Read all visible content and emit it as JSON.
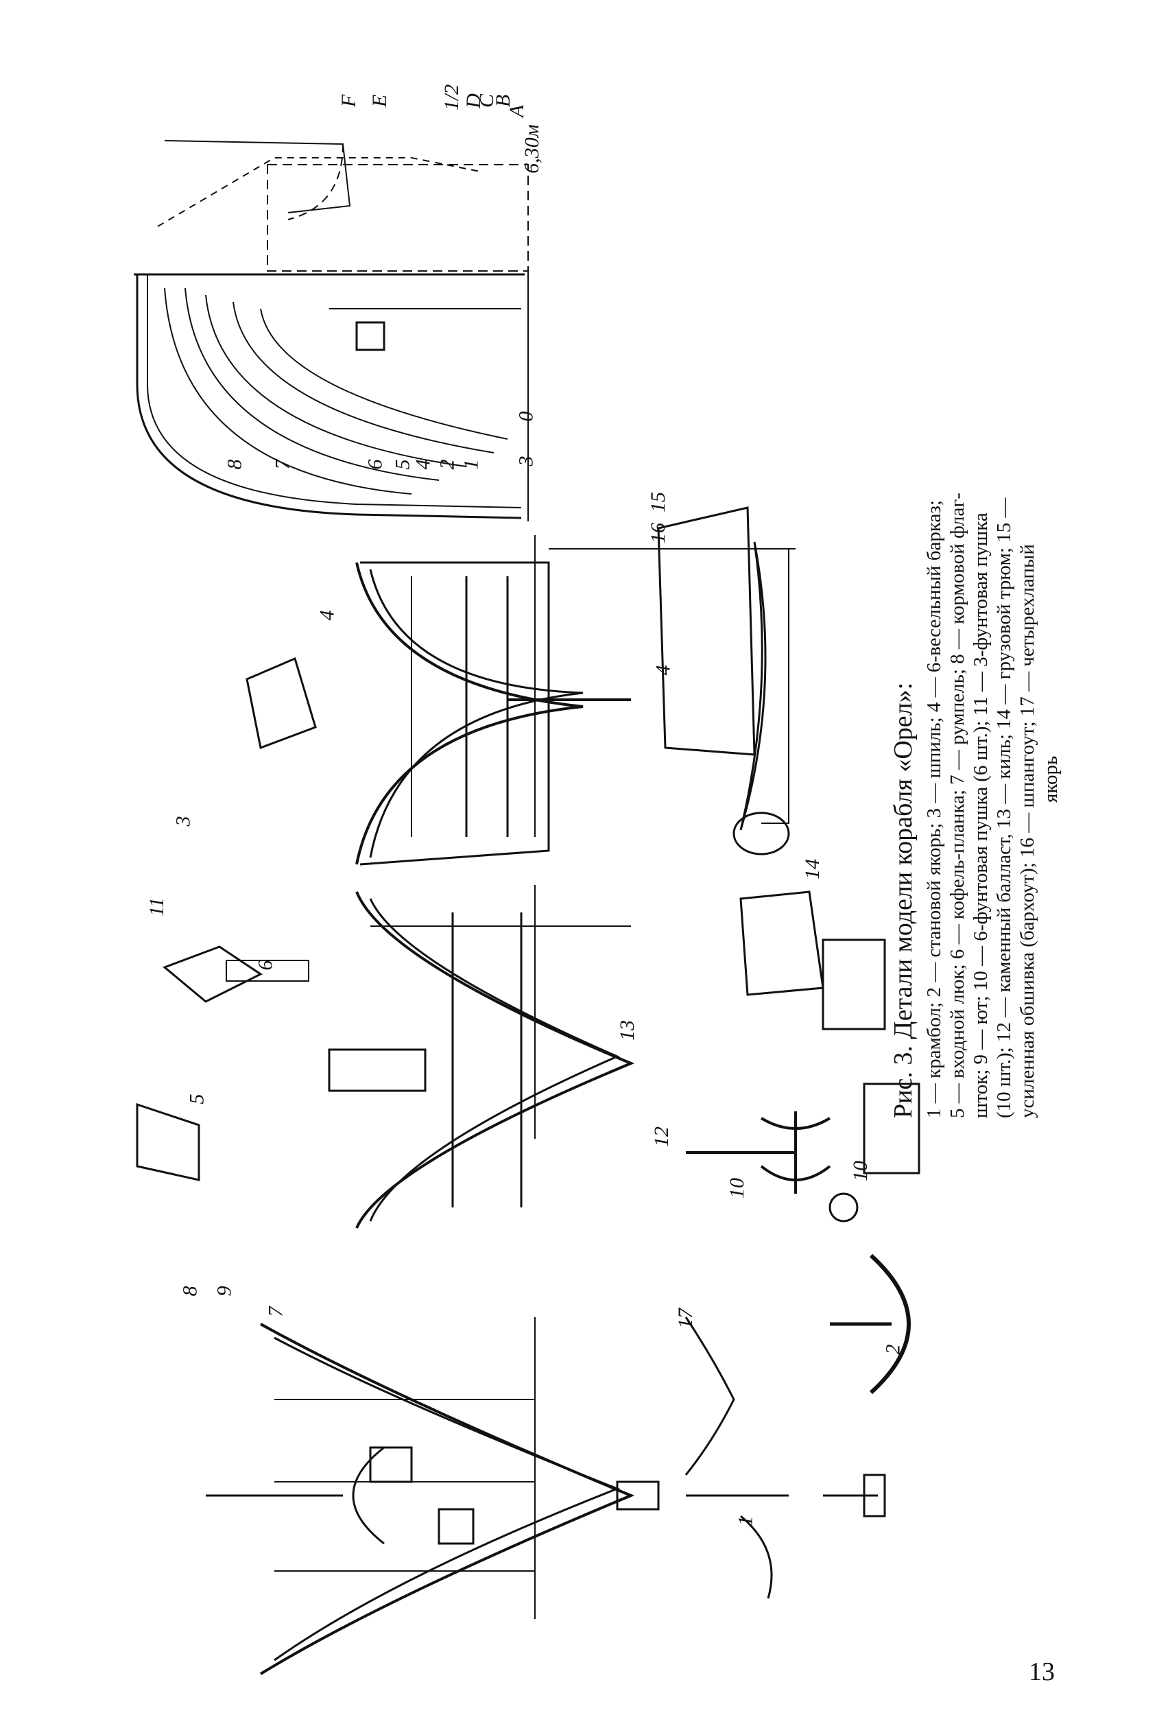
{
  "caption": {
    "title": "Рис. 3. Детали модели корабля «Орел»:",
    "lines": [
      "1 — крамбол; 2 — становой якорь; 3 — шпиль; 4 — 6-весельный барказ;",
      "5 — входной люк; 6 — кофель-планка; 7 — румпель; 8 — кормовой флаг-",
      "шток; 9 — ют; 10 — 6-фунтовая пушка (6 шт.); 11 — 3-фунтовая пушка",
      "(10 шт.); 12 — каменный балласт, 13 — киль; 14 — грузовой трюм; 15 —",
      "усиленная обшивка (бархоут); 16 — шпангоут; 17 — четырехлапый",
      "якорь"
    ]
  },
  "callouts": {
    "n1": "1",
    "n2": "2",
    "n3": "3",
    "n4": "4",
    "n5": "5",
    "n6": "6",
    "n7": "7",
    "n8": "8",
    "n9": "9",
    "n10": "10",
    "n11": "11",
    "n12": "12",
    "n13": "13",
    "n14": "14",
    "n15": "15",
    "n16": "16",
    "n17": "17"
  },
  "body_plan_labels": {
    "F": "F",
    "E": "E",
    "half": "1/2",
    "D": "D",
    "C": "C",
    "B": "B",
    "A": "A",
    "scale": "6,30м",
    "zero": "0"
  },
  "page_number": "13"
}
